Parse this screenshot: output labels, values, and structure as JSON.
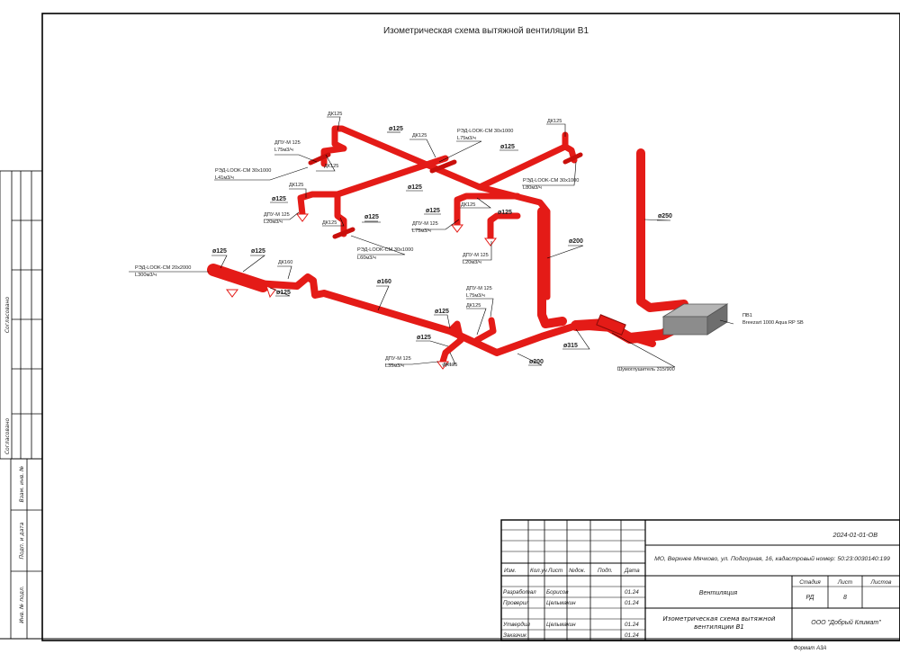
{
  "title": "Изометрическая схема вытяжной вентиляции В1",
  "colors": {
    "duct": "#e41b17",
    "line": "#000000",
    "unit": "#8c8c8c"
  },
  "side_stamp": {
    "top_label": "Согласовано",
    "mid_label": "Согласовано",
    "cells": [
      "Взам. инв. №",
      "Подп. и дата",
      "Инв. № подл."
    ]
  },
  "labels": {
    "d125_a": "ДК125",
    "dpu_a": "ДПУ-М 125",
    "dpu_a_flow": "L75м3/ч",
    "d125_b": "ДК125",
    "rzd_a": "РЭД-LOOK-CM 30х1000",
    "rzd_a_flow": "L41м3/ч",
    "d125_c": "ДК125",
    "dia125_a": "ø125",
    "dpu_b": "ДПУ-М 125",
    "dpu_b_flow": "L20м3/ч",
    "d125_d": "ДК125",
    "dia125_b": "ø125",
    "dia125_top": "ø125",
    "d125_e": "ДК125",
    "rzd_b": "РЭД-LOOK-CM 30х1000",
    "rzd_b_flow": "L75м3/ч",
    "d125_f": "ДК125",
    "dia125_c": "ø125",
    "rzd_c": "РЭД-LOOK-CM 30х1000",
    "rzd_c_flow": "L80м3/ч",
    "dia125_d": "ø125",
    "dia125_e": "ø125",
    "dpu_c": "ДПУ-М 125",
    "dpu_c_flow": "L75м3/ч",
    "d125_g": "ДК125",
    "dpu_d": "ДПУ-М 125",
    "dpu_d_flow": "L20м3/ч",
    "dia125_f": "ø125",
    "rzd_d": "РЭД-LOOK-CM 30х1000",
    "rzd_d_flow": "L60м3/ч",
    "dia200_a": "ø200",
    "dia250": "ø250",
    "dia125_g": "ø125",
    "dia125_h": "ø125",
    "dk160": "ДК160",
    "rzd_e": "РЭД-LOOK-CM 20х2000",
    "rzd_e_flow": "L300м3/ч",
    "dia125_i": "ø125",
    "dia160": "ø160",
    "dpu_e": "ДПУ-М 125",
    "dpu_e_flow": "L75м3/ч",
    "d125_h": "ДК125",
    "dia125_j": "ø125",
    "dia125_k": "ø125",
    "dpu_f": "ДПУ-М 125",
    "dpu_f_flow": "L35м3/ч",
    "d125_i": "ДК125",
    "dia200_b": "ø200",
    "dia315": "ø315",
    "silencer": "Шумоглушитель 315/900",
    "unit_code": "ПВ1",
    "unit_name": "Breezart 1000 Aqua RP SB"
  },
  "title_block": {
    "date": "2024-01-01-ОВ",
    "address": "МО, Верхнее Мячково, ул. Подгорная, 16, кадастровый номер: 50:23:0030140:199",
    "head": [
      "Изм.",
      "Кол.уч",
      "Лист",
      "№док.",
      "Подп.",
      "Дата"
    ],
    "rows": [
      {
        "role": "Разработал",
        "name": "Борисов",
        "date": "01.24"
      },
      {
        "role": "Проверил",
        "name": "Цельмакин",
        "date": "01.24"
      },
      {
        "role": "",
        "name": "",
        "date": ""
      },
      {
        "role": "Утвердил",
        "name": "Цельмакин",
        "date": "01.24"
      },
      {
        "role": "Заказчик",
        "name": "",
        "date": "01.24"
      }
    ],
    "section": "Вентиляция",
    "stage_label": "Стадия",
    "sheet_label": "Лист",
    "sheets_label": "Листов",
    "stage": "РД",
    "sheet_no": "8",
    "drawing_title": "Изометрическая схема вытяжной вентиляции В1",
    "company": "ООО \"Добрый Климат\"",
    "format": "Формат А3А"
  }
}
